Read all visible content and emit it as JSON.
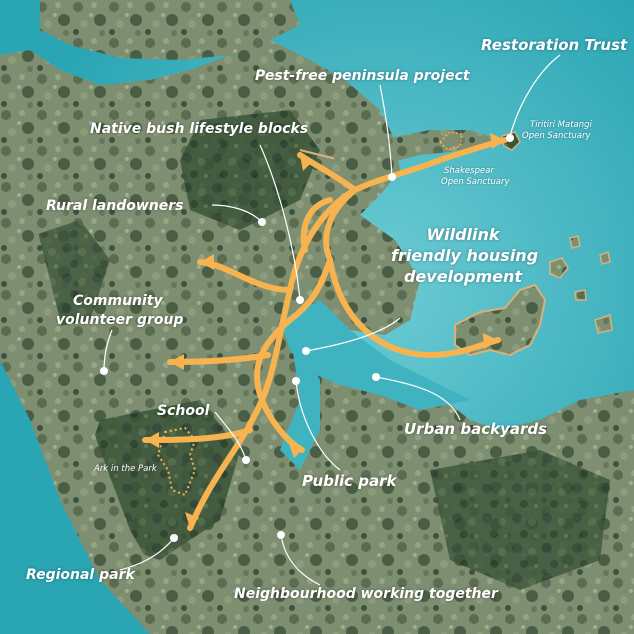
{
  "colors": {
    "sea": "#2aa5b3",
    "land_light": "#7e8e70",
    "land_dark": "#2f4a33",
    "arrow": "#f7b34f",
    "label": "#ffffff"
  },
  "labels": {
    "restoration_trust": "Restoration Trust",
    "pest_free": "Pest-free peninsula project",
    "native_bush": "Native bush lifestyle blocks",
    "rural_landowners": "Rural landowners",
    "wildlink_1": "Wildlink",
    "wildlink_2": "friendly housing",
    "wildlink_3": "development",
    "community_1": "Community",
    "community_2": "volunteer group",
    "school": "School",
    "urban_backyards": "Urban backyards",
    "public_park": "Public park",
    "regional_park": "Regional park",
    "neighbourhood": "Neighbourhood working together"
  },
  "places": {
    "tiritiri_1": "Tiritiri Matangi",
    "tiritiri_2": "Open Sanctuary",
    "shakespear_1": "Shakespear",
    "shakespear_2": "Open Sanctuary",
    "ark": "Ark in the Park"
  }
}
